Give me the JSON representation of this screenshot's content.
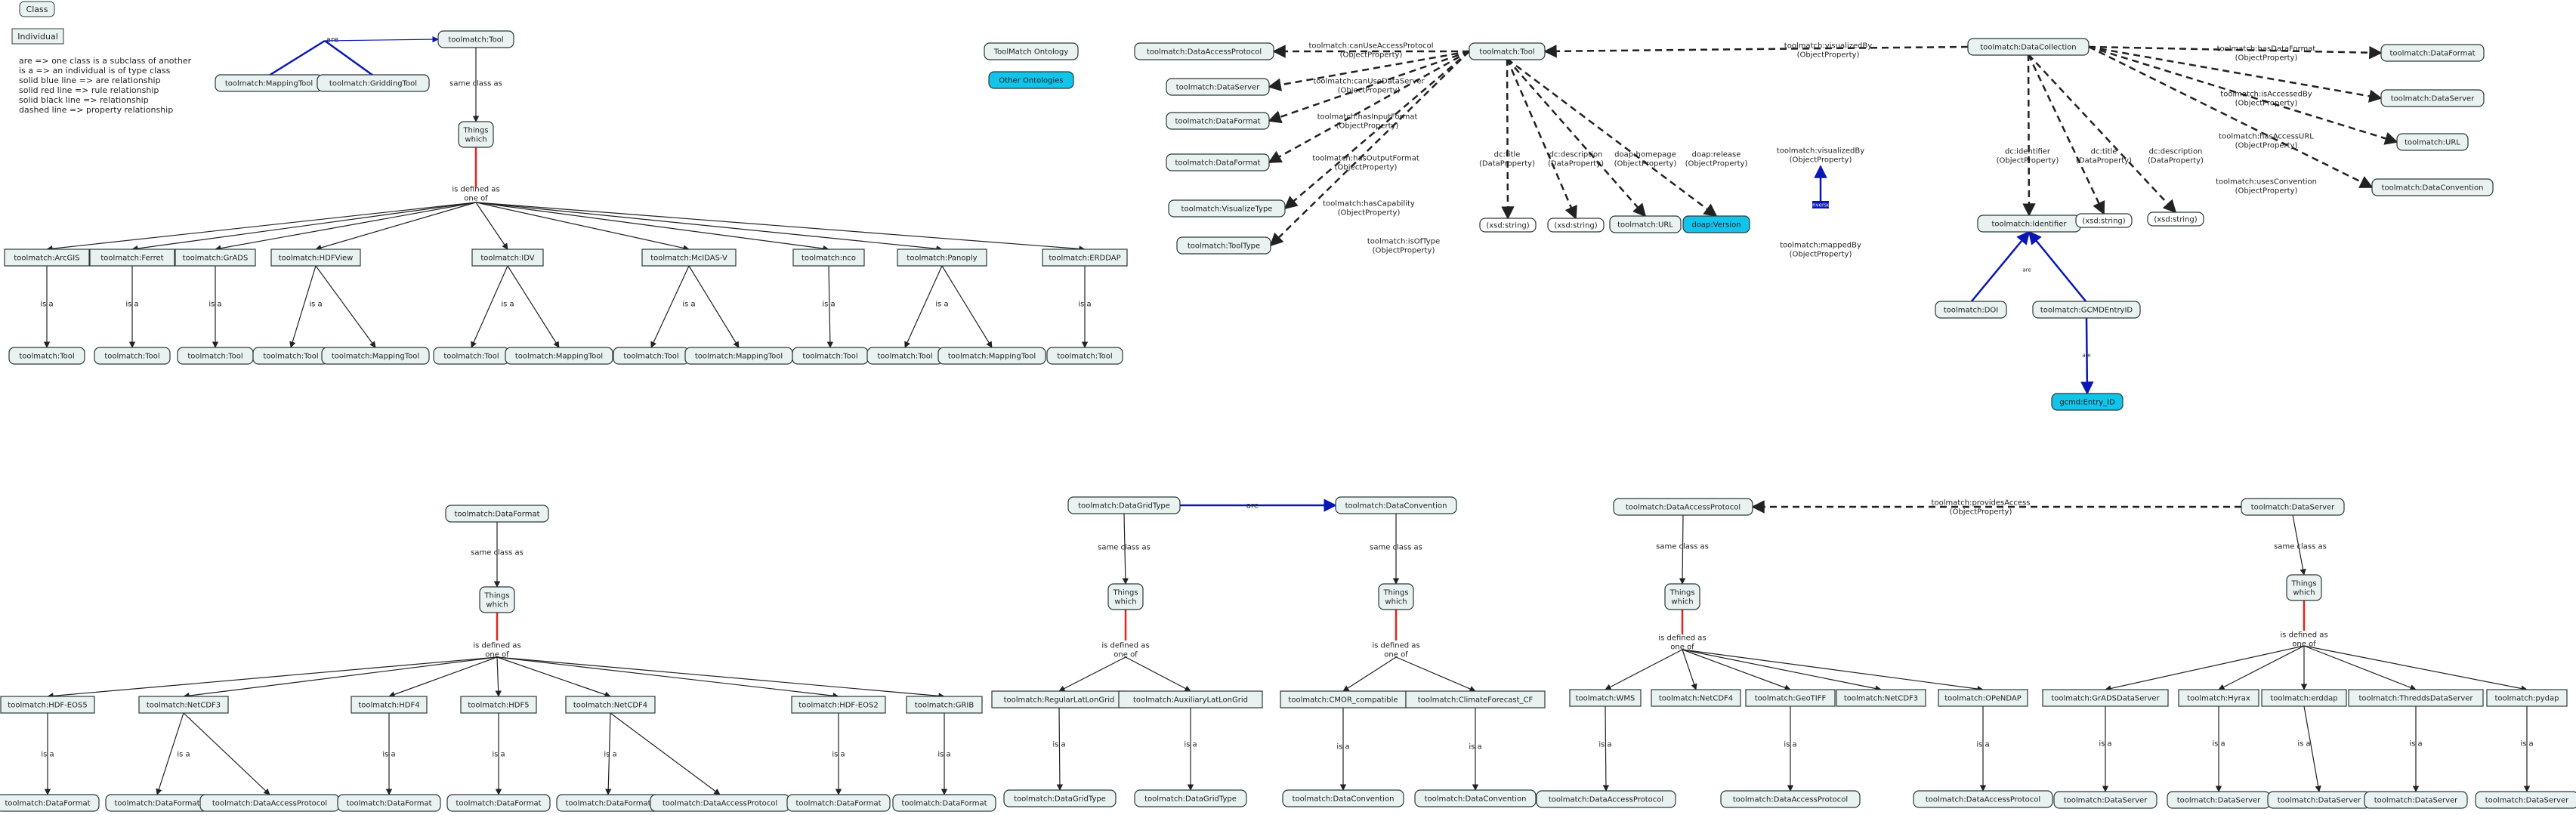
{
  "legend": {
    "class_label": "Class",
    "individual_label": "Individual",
    "notes": [
      "are => one class is a subclass of another",
      "is a => an individual is of type class",
      "solid blue line => are relationship",
      "solid red line => rule relationship",
      "solid black line => relationship",
      "dashed line => property relationship"
    ],
    "ontology_key": [
      "ToolMatch Ontology",
      "Other Ontologies"
    ]
  },
  "colors": {
    "node_fill": "#e9f1f1",
    "node_stroke": "#2b3a3a",
    "external_fill": "#12c3ea",
    "blue": "#0a17b5",
    "red": "#e2231a",
    "black": "#222222"
  },
  "nodes": {
    "tool_top": "toolmatch:Tool",
    "mapping_tool": "toolmatch:MappingTool",
    "gridding_tool": "toolmatch:GriddingTool",
    "things_which": "Things\nwhich",
    "tools": [
      "toolmatch:ArcGIS",
      "toolmatch:Ferret",
      "toolmatch:GrADS",
      "toolmatch:HDFView",
      "toolmatch:IDV",
      "toolmatch:McIDAS-V",
      "toolmatch:nco",
      "toolmatch:Panoply",
      "toolmatch:ERDDAP"
    ],
    "tool_type": "toolmatch:Tool",
    "mapping_type": "toolmatch:MappingTool",
    "tool_center": "toolmatch:Tool",
    "data_access_protocol": "toolmatch:DataAccessProtocol",
    "data_server": "toolmatch:DataServer",
    "data_format": "toolmatch:DataFormat",
    "visualize_type": "toolmatch:VisualizeType",
    "tool_type_class": "toolmatch:ToolType",
    "xsd_string": "(xsd:string)",
    "url": "toolmatch:URL",
    "doap_version": "doap:Version",
    "data_collection": "toolmatch:DataCollection",
    "data_convention": "toolmatch:DataConvention",
    "identifier": "toolmatch:Identifier",
    "doi": "toolmatch:DOI",
    "gcmd_entry_id": "toolmatch:GCMDEntryID",
    "gcmd_entry_id_ext": "gcmd:Entry_ID",
    "formats": [
      "toolmatch:HDF-EOS5",
      "toolmatch:NetCDF3",
      "toolmatch:HDF4",
      "toolmatch:HDF5",
      "toolmatch:NetCDF4",
      "toolmatch:HDF-EOS2",
      "toolmatch:GRIB"
    ],
    "data_grid_type": "toolmatch:DataGridType",
    "grid_types": [
      "toolmatch:RegularLatLonGrid",
      "toolmatch:AuxiliaryLatLonGrid"
    ],
    "conventions": [
      "toolmatch:CMOR_compatible",
      "toolmatch:ClimateForecast_CF"
    ],
    "protocols": [
      "toolmatch:WMS",
      "toolmatch:NetCDF4",
      "toolmatch:GeoTIFF",
      "toolmatch:NetCDF3",
      "toolmatch:OPeNDAP"
    ],
    "servers": [
      "toolmatch:GrADSDataServer",
      "toolmatch:Hyrax",
      "toolmatch:erddap",
      "toolmatch:ThreddsDataServer",
      "toolmatch:pydap"
    ]
  },
  "edges": {
    "are": "are",
    "same_class_as": "same class as",
    "is_defined_as": "is defined as\none of",
    "is_a": "is a",
    "can_use_access_protocol": "toolmatch:canUseAccessProtocol\n(ObjectProperty)",
    "can_use_data_server": "toolmatch:canUseDataServer\n(ObjectProperty)",
    "has_input_format": "toolmatch:hasInputFormat\n(ObjectProperty)",
    "has_output_format": "toolmatch:hasOutputFormat\n(ObjectProperty)",
    "has_capability": "toolmatch:hasCapability\n(ObjectProperty)",
    "is_of_type": "toolmatch:isOfType\n(ObjectProperty)",
    "dc_title": "dc:title\n(DataProperty)",
    "dc_description": "dc:description\n(DataProperty)",
    "doap_homepage": "doap:homepage\n(ObjectProperty)",
    "doap_release": "doap:release\n(ObjectProperty)",
    "visualized_by_long": "toolmatch:visualizedBy\n(ObjectProperty)",
    "visualized_by": "toolmatch:visualizedBy\n(ObjectProperty)",
    "mapped_by": "toolmatch:mappedBy\n(ObjectProperty)",
    "inverse": "inverse",
    "dc_identifier": "dc:identifier\n(ObjectProperty)",
    "has_data_format": "toolmatch:hasDataFormat\n(ObjectProperty)",
    "is_accessed_by": "toolmatch:isAccessedBy\n(ObjectProperty)",
    "has_access_url": "toolmatch:hasAccessURL\n(ObjectProperty)",
    "uses_convention": "toolmatch:usesConvention\n(ObjectProperty)",
    "provides_access": "toolmatch:providesAccess\n(ObjectProperty)"
  }
}
